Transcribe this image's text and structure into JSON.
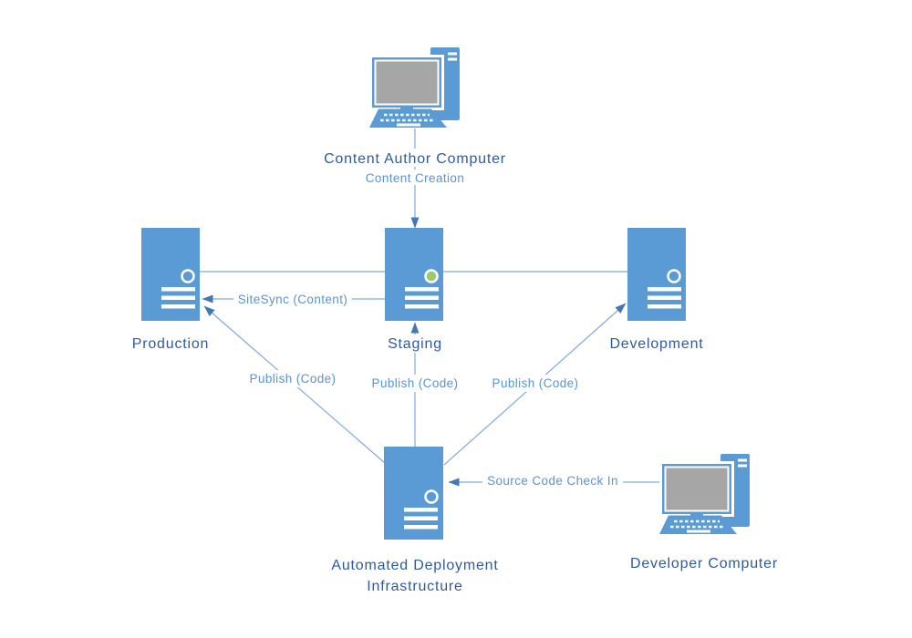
{
  "diagram": {
    "colors": {
      "shape-fill": "#5B9BD5",
      "screen-gray": "#A6A6A6",
      "node-label": "#2E5B9C",
      "connector-label": "#5994D1",
      "connector-line": "#7FA9DB",
      "arrowhead": "#4377B6",
      "staging-led": "#9EC96A"
    },
    "nodes": [
      {
        "id": "content-author-computer",
        "type": "desktop-computer",
        "label": "Content Author Computer"
      },
      {
        "id": "production",
        "type": "server",
        "label": "Production"
      },
      {
        "id": "staging",
        "type": "server",
        "label": "Staging"
      },
      {
        "id": "development",
        "type": "server",
        "label": "Development"
      },
      {
        "id": "automated-deployment-infrastructure",
        "type": "server",
        "label_lines": [
          "Automated Deployment",
          "Infrastructure"
        ]
      },
      {
        "id": "developer-computer",
        "type": "desktop-computer",
        "label": "Developer Computer"
      }
    ],
    "connectors": [
      {
        "id": "content-creation",
        "from": "content-author-computer",
        "to": "staging",
        "label": "Content Creation"
      },
      {
        "id": "sitesync-content",
        "from": "staging",
        "to": "production",
        "label": "SiteSync (Content)"
      },
      {
        "id": "production-staging-link",
        "from": "production",
        "to": "staging",
        "label": ""
      },
      {
        "id": "staging-development-link",
        "from": "staging",
        "to": "development",
        "label": ""
      },
      {
        "id": "publish-code-production",
        "from": "automated-deployment-infrastructure",
        "to": "production",
        "label": "Publish (Code)"
      },
      {
        "id": "publish-code-staging",
        "from": "automated-deployment-infrastructure",
        "to": "staging",
        "label": "Publish (Code)"
      },
      {
        "id": "publish-code-development",
        "from": "automated-deployment-infrastructure",
        "to": "development",
        "label": "Publish (Code)"
      },
      {
        "id": "source-code-check-in",
        "from": "developer-computer",
        "to": "automated-deployment-infrastructure",
        "label": "Source Code Check In"
      }
    ]
  }
}
